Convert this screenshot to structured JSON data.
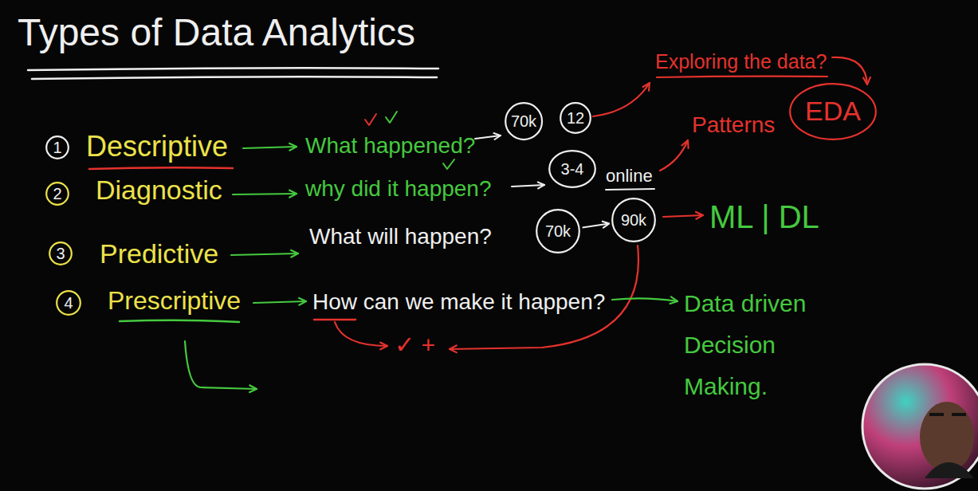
{
  "diagram": {
    "title": "Types of Data Analytics",
    "nodes": [
      {
        "text": [
          "1"
        ]
      },
      {
        "text": [
          "70k"
        ]
      },
      {
        "text": [
          "12"
        ]
      },
      {
        "text": [
          "EDA"
        ]
      },
      {
        "text": [
          "2"
        ]
      },
      {
        "text": [
          "3-4"
        ]
      },
      {
        "text": [
          "3"
        ]
      },
      {
        "text": [
          "70k"
        ]
      },
      {
        "text": [
          "90k"
        ]
      },
      {
        "text": [
          "4"
        ]
      }
    ],
    "edges": [
      {
        "from": 7,
        "to": 8,
        "arrow": "to"
      }
    ],
    "labels": [
      "Exploring the data?",
      "Descriptive",
      "What happened?",
      "Patterns",
      "Diagnostic",
      "why did it happen?",
      "online",
      "Predictive",
      "What will happen?",
      "ML | DL",
      "Prescriptive",
      "How can we make it happen?",
      "Data driven Decision Making.",
      "✓ +"
    ]
  }
}
